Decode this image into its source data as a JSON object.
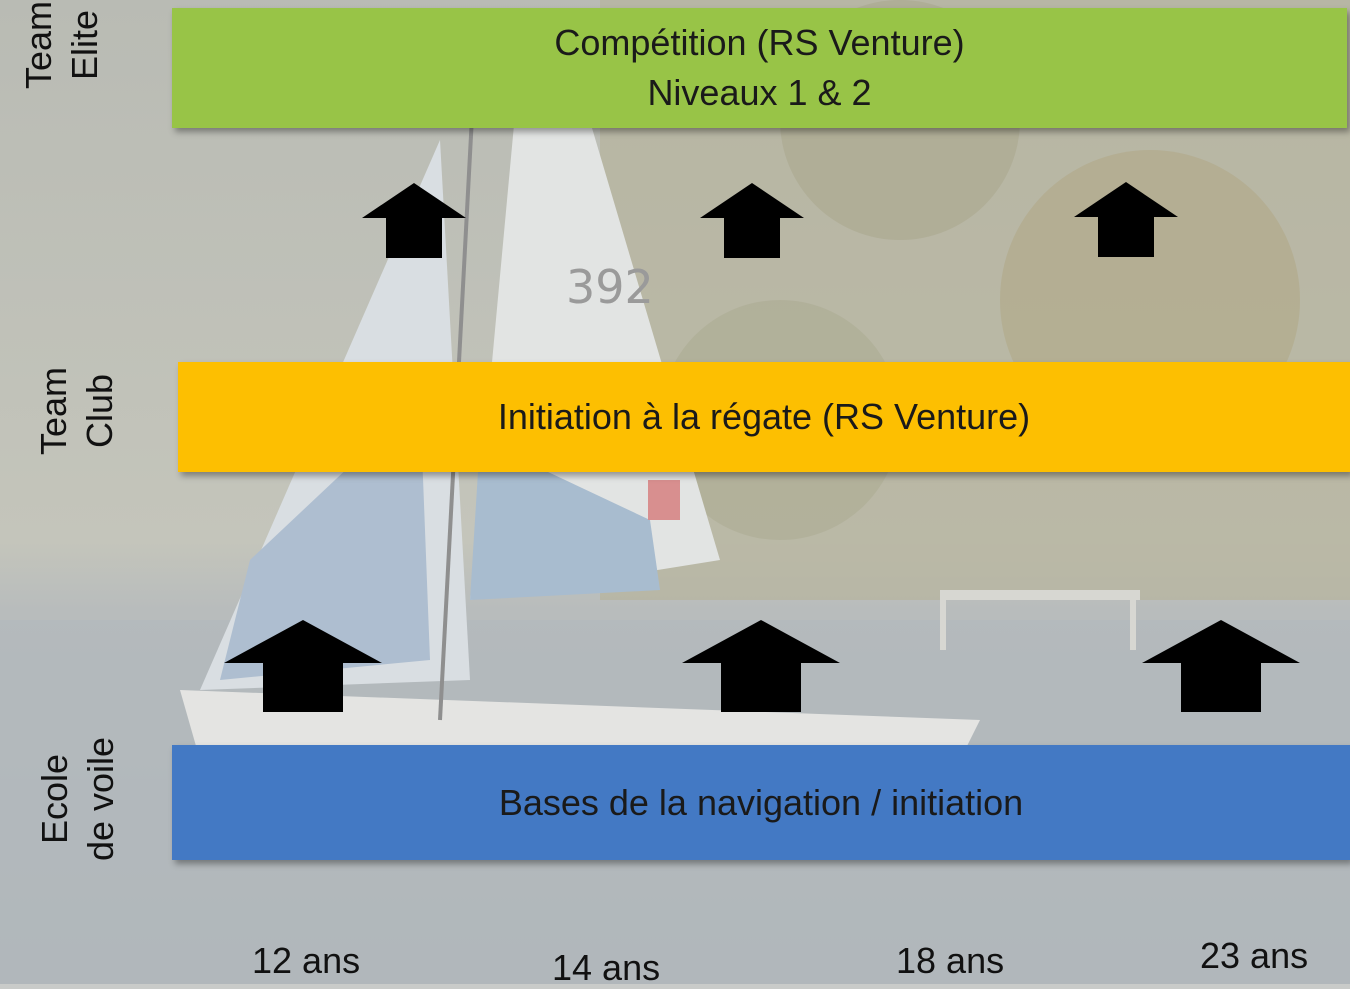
{
  "levels": [
    {
      "label_line1": "Team",
      "label_line2": "Elite",
      "band_line1": "Compétition (RS Venture)",
      "band_line2": "Niveaux 1 & 2",
      "color": "#98c447"
    },
    {
      "label_line1": "Team",
      "label_line2": "Club",
      "band_line1": "Initiation à la régate (RS Venture)",
      "color": "#fdbf01"
    },
    {
      "label_line1": "Ecole",
      "label_line2": "de voile",
      "band_line1": "Bases de la navigation / initiation",
      "color": "#4379c4"
    }
  ],
  "background_image": {
    "boat_number": "392"
  },
  "arrow_icon": "up-arrow-icon",
  "ages": [
    "12 ans",
    "14 ans",
    "18 ans",
    "23 ans"
  ]
}
